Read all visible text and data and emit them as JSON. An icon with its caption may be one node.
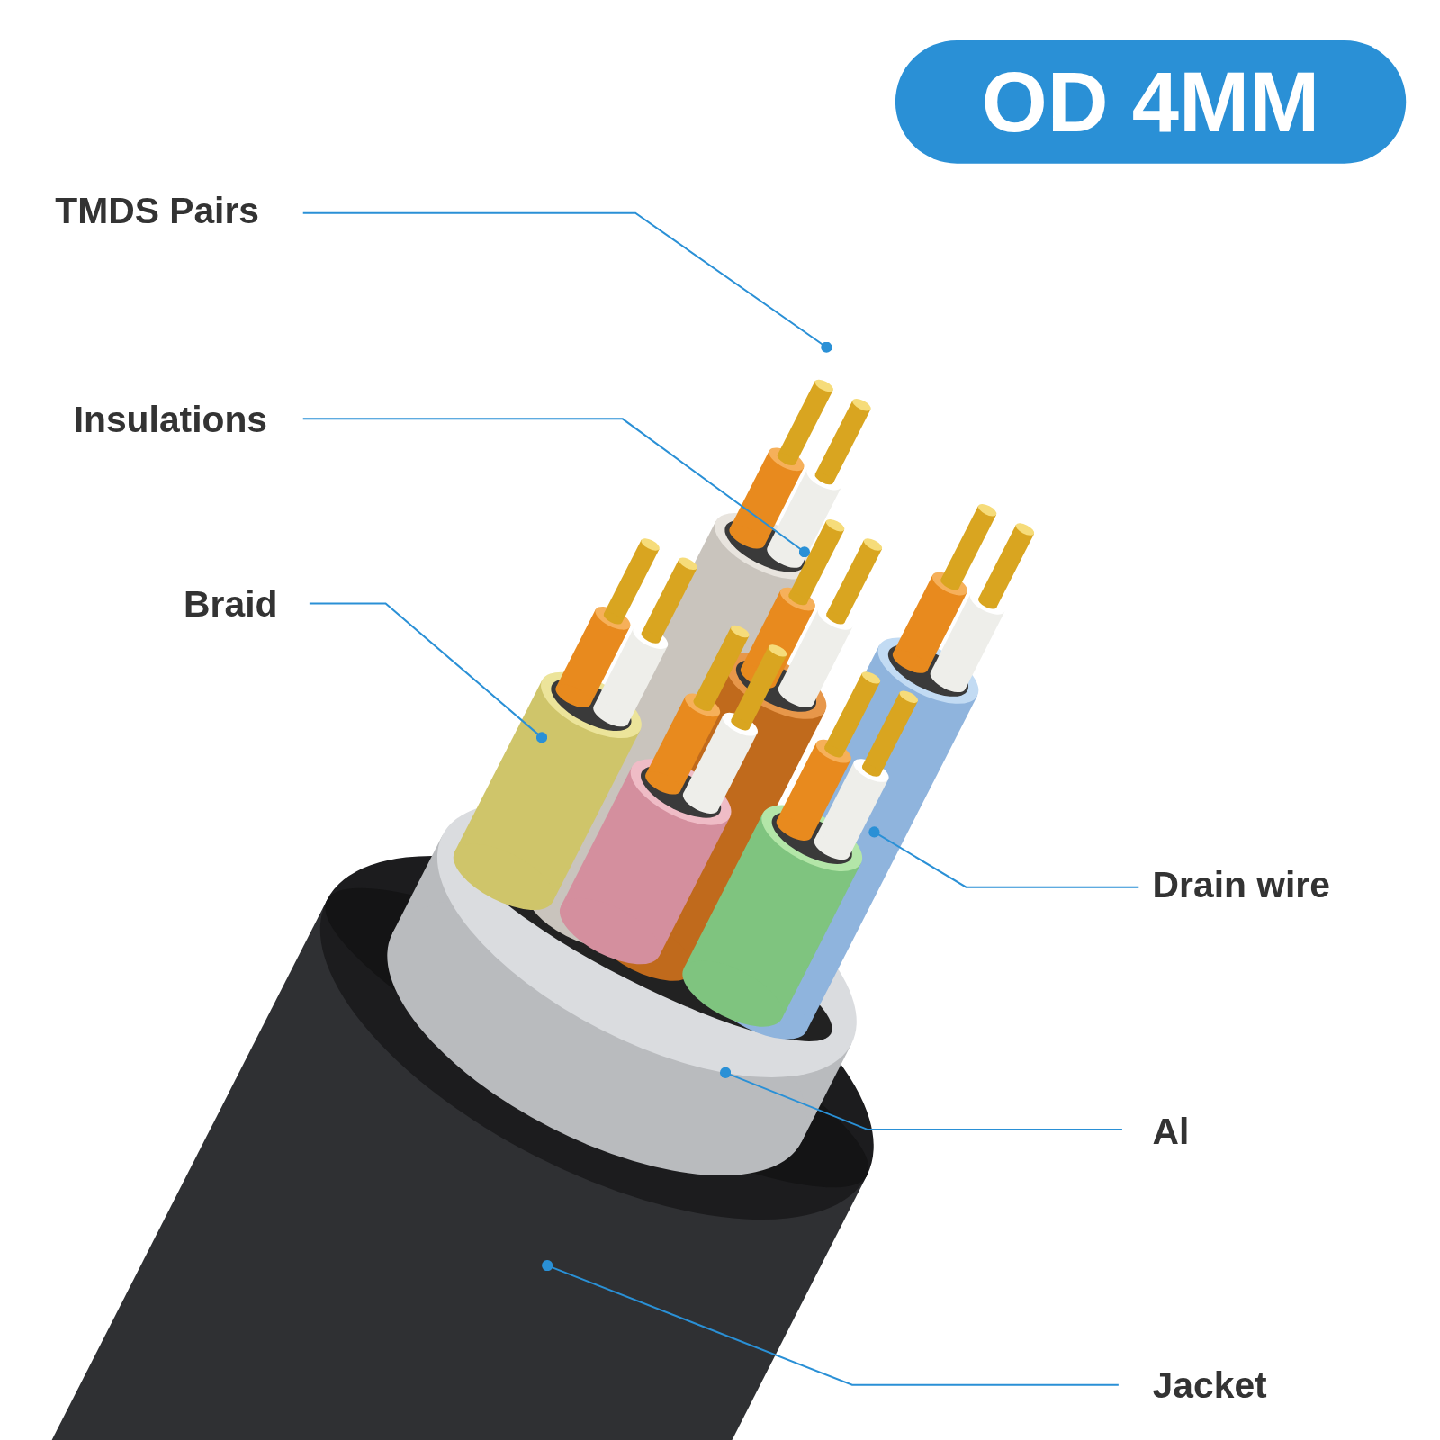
{
  "diagram": {
    "nodes": [
      {
        "text": [
          "TMDS Pairs"
        ]
      },
      {
        "text": [
          "Insulations"
        ]
      },
      {
        "text": [
          "Braid"
        ]
      },
      {
        "text": [
          "Drain wire"
        ]
      },
      {
        "text": [
          "Al"
        ]
      },
      {
        "text": [
          "Jacket"
        ]
      }
    ],
    "edges": [
      {
        "from": 0,
        "to": null,
        "arrow": "other"
      },
      {
        "from": 1,
        "to": null,
        "arrow": "other"
      },
      {
        "from": 2,
        "to": null,
        "arrow": "other"
      },
      {
        "from": 3,
        "to": null,
        "arrow": "other"
      },
      {
        "from": 4,
        "to": null,
        "arrow": "other"
      },
      {
        "from": 5,
        "to": null,
        "arrow": "other"
      }
    ],
    "labels": [
      "OD 4MM"
    ]
  }
}
